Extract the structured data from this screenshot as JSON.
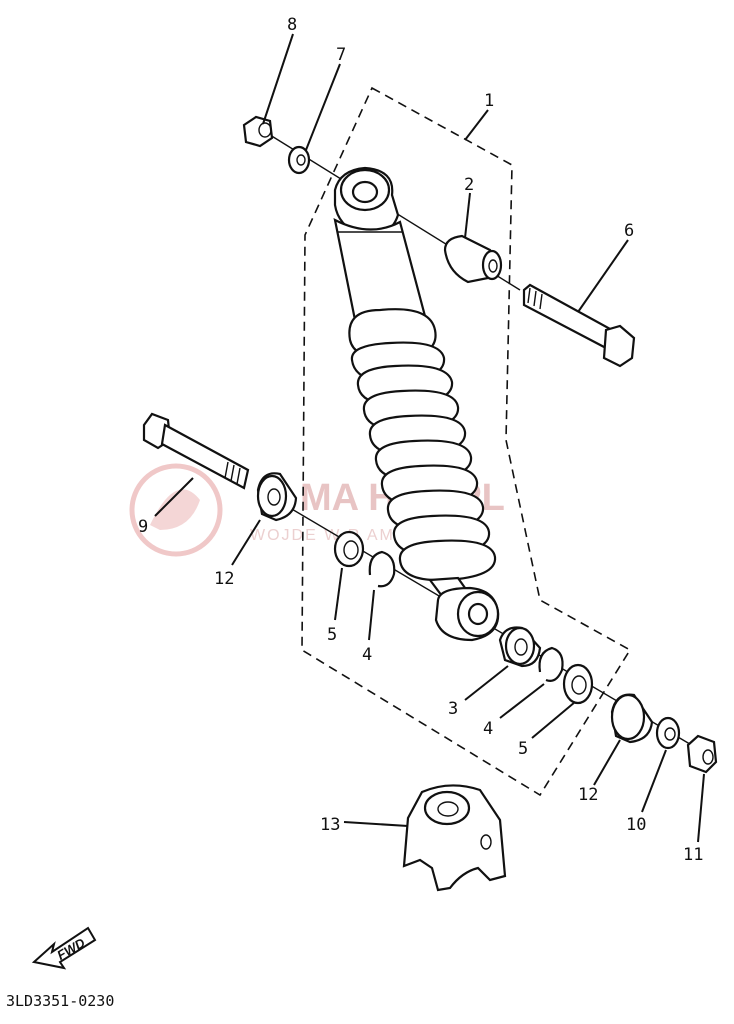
{
  "watermark": {
    "brand": "MA    HOP.PL",
    "tagline": "WOJDE        W        R  AMAHA"
  },
  "callouts": [
    {
      "id": "c1",
      "label": "1"
    },
    {
      "id": "c2",
      "label": "2"
    },
    {
      "id": "c3",
      "label": "3"
    },
    {
      "id": "c4a",
      "label": "4"
    },
    {
      "id": "c4b",
      "label": "4"
    },
    {
      "id": "c5a",
      "label": "5"
    },
    {
      "id": "c5b",
      "label": "5"
    },
    {
      "id": "c6",
      "label": "6"
    },
    {
      "id": "c7",
      "label": "7"
    },
    {
      "id": "c8",
      "label": "8"
    },
    {
      "id": "c9",
      "label": "9"
    },
    {
      "id": "c10",
      "label": "10"
    },
    {
      "id": "c11",
      "label": "11"
    },
    {
      "id": "c12a",
      "label": "12"
    },
    {
      "id": "c12b",
      "label": "12"
    },
    {
      "id": "c13",
      "label": "13"
    }
  ],
  "fwd_label": "FWD",
  "part_number": "3LD3351-0230"
}
